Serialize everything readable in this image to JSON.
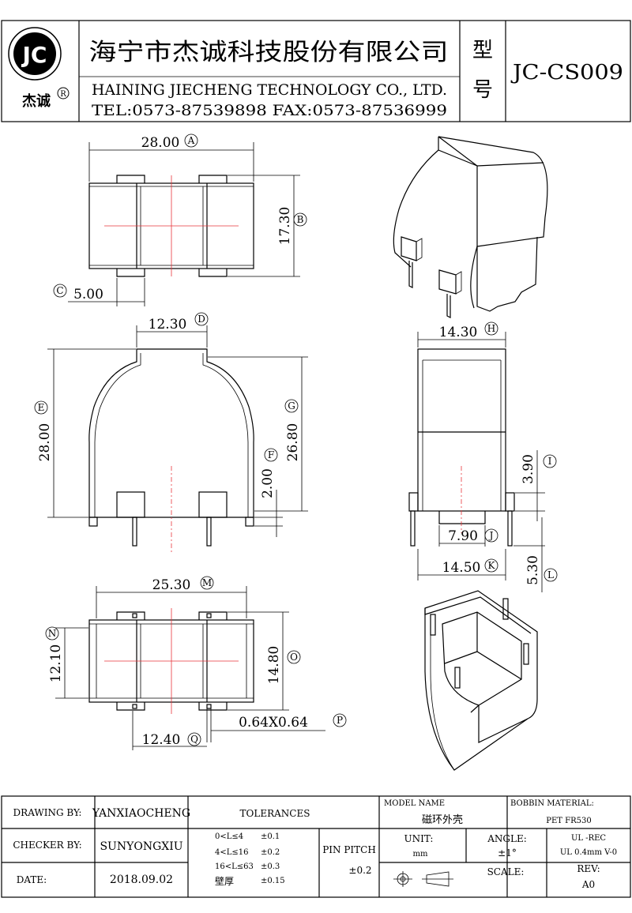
{
  "header": {
    "logo_text": "JC",
    "logo_sub": "杰诚",
    "logo_reg": "R",
    "company_cn": "海宁市杰诚科技股份有限公司",
    "company_en": "HAINING JIECHENG TECHNOLOGY CO., LTD.",
    "contact": "TEL:0573-87539898   FAX:0573-87536999",
    "type_label_1": "型",
    "type_label_2": "号",
    "model_code": "JC-CS009"
  },
  "dimensions": [
    {
      "id": "A",
      "value": "28.00"
    },
    {
      "id": "B",
      "value": "17.30"
    },
    {
      "id": "C",
      "value": "5.00"
    },
    {
      "id": "D",
      "value": "12.30"
    },
    {
      "id": "E",
      "value": "28.00"
    },
    {
      "id": "F",
      "value": "2.00"
    },
    {
      "id": "G",
      "value": "26.80"
    },
    {
      "id": "H",
      "value": "14.30"
    },
    {
      "id": "I",
      "value": "3.90"
    },
    {
      "id": "J",
      "value": "7.90"
    },
    {
      "id": "K",
      "value": "14.50"
    },
    {
      "id": "L",
      "value": "5.30"
    },
    {
      "id": "M",
      "value": "25.30"
    },
    {
      "id": "N",
      "value": "12.10"
    },
    {
      "id": "O",
      "value": "14.80"
    },
    {
      "id": "P",
      "value": "0.64X0.64"
    },
    {
      "id": "Q",
      "value": "12.40"
    }
  ],
  "title_block": {
    "drawing_by_label": "DRAWING  BY:",
    "drawing_by": "YANXIAOCHENG",
    "checker_by_label": "CHECKER  BY:",
    "checker_by": "SUNYONGXIU",
    "date_label": "DATE:",
    "date": "2018.09.02",
    "tolerances_label": "TOLERANCES",
    "tol_rows": [
      {
        "range": "0<L≤4",
        "tol": "±0.1"
      },
      {
        "range": "4<L≤16",
        "tol": "±0.2"
      },
      {
        "range": "16<L≤63",
        "tol": "±0.3"
      },
      {
        "range": "壁厚",
        "tol": "±0.15"
      }
    ],
    "pin_pitch_label": "PIN PITCH",
    "pin_pitch_tol": "±0.2",
    "model_name_label": "MODEL NAME",
    "model_name": "磁环外壳",
    "bobbin_material_label": "BOBBIN MATERIAL:",
    "bobbin_material": "PET FR530",
    "unit_label": "UNIT:",
    "unit": "mm",
    "angle_label": "ANGLE:",
    "angle": "±1°",
    "ul_1": "UL -REC",
    "ul_2": "UL  0.4mm V-0",
    "scale_label": "SCALE:",
    "rev_label": "REV:",
    "rev": "A0"
  }
}
